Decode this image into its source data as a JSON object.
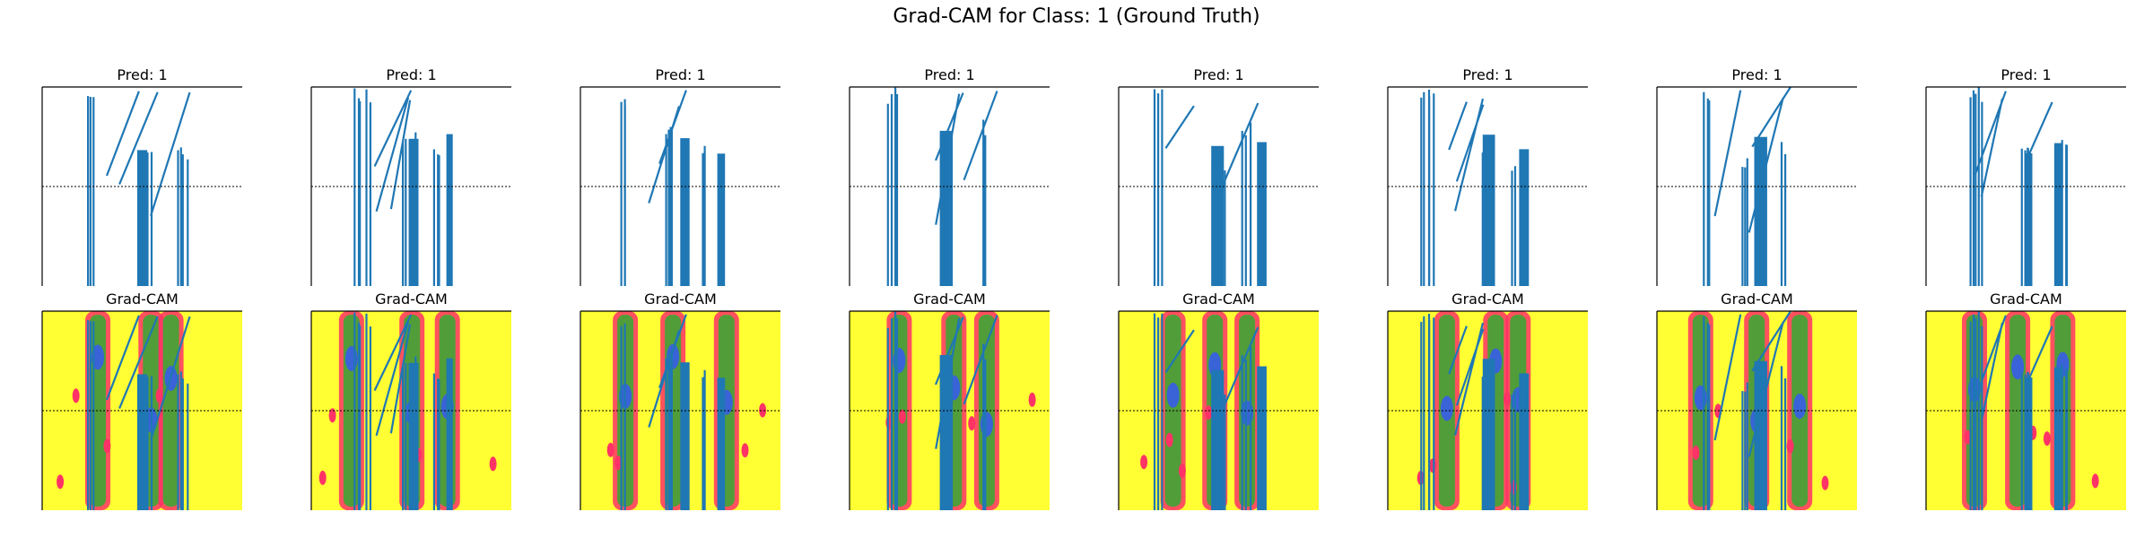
{
  "figure": {
    "title": "Grad-CAM for Class: 1 (Ground Truth)"
  },
  "colors": {
    "signal": "#1f77b4",
    "heatmap_background": "#ffff33",
    "heatmap_hot": "#ff3366",
    "heatmap_mid": "#33aa33",
    "heatmap_core": "#3355ff",
    "axis": "#000000",
    "midline": "#000000"
  },
  "chart_data": [
    {
      "type": "line",
      "panel": 1,
      "row": "prediction",
      "title": "Pred: 1",
      "midline": true,
      "grid": false,
      "axes_visible": "top-left",
      "color": "#1f77b4"
    },
    {
      "type": "line",
      "panel": 2,
      "row": "prediction",
      "title": "Pred: 1",
      "midline": true,
      "grid": false,
      "axes_visible": "top-left",
      "color": "#1f77b4"
    },
    {
      "type": "line",
      "panel": 3,
      "row": "prediction",
      "title": "Pred: 1",
      "midline": true,
      "grid": false,
      "axes_visible": "top-left",
      "color": "#1f77b4"
    },
    {
      "type": "line",
      "panel": 4,
      "row": "prediction",
      "title": "Pred: 1",
      "midline": true,
      "grid": false,
      "axes_visible": "top-left",
      "color": "#1f77b4"
    },
    {
      "type": "line",
      "panel": 5,
      "row": "prediction",
      "title": "Pred: 1",
      "midline": true,
      "grid": false,
      "axes_visible": "top-left",
      "color": "#1f77b4"
    },
    {
      "type": "line",
      "panel": 6,
      "row": "prediction",
      "title": "Pred: 1",
      "midline": true,
      "grid": false,
      "axes_visible": "top-left",
      "color": "#1f77b4"
    },
    {
      "type": "line",
      "panel": 7,
      "row": "prediction",
      "title": "Pred: 1",
      "midline": true,
      "grid": false,
      "axes_visible": "top-left",
      "color": "#1f77b4"
    },
    {
      "type": "line",
      "panel": 8,
      "row": "prediction",
      "title": "Pred: 1",
      "midline": true,
      "grid": false,
      "axes_visible": "top-left",
      "color": "#1f77b4"
    },
    {
      "type": "heatmap",
      "panel": 1,
      "row": "gradcam",
      "title": "Grad-CAM",
      "overlay": "signal",
      "colormap": "yellow-red-green-blue"
    },
    {
      "type": "heatmap",
      "panel": 2,
      "row": "gradcam",
      "title": "Grad-CAM",
      "overlay": "signal",
      "colormap": "yellow-red-green-blue"
    },
    {
      "type": "heatmap",
      "panel": 3,
      "row": "gradcam",
      "title": "Grad-CAM",
      "overlay": "signal",
      "colormap": "yellow-red-green-blue"
    },
    {
      "type": "heatmap",
      "panel": 4,
      "row": "gradcam",
      "title": "Grad-CAM",
      "overlay": "signal",
      "colormap": "yellow-red-green-blue"
    },
    {
      "type": "heatmap",
      "panel": 5,
      "row": "gradcam",
      "title": "Grad-CAM",
      "overlay": "signal",
      "colormap": "yellow-red-green-blue"
    },
    {
      "type": "heatmap",
      "panel": 6,
      "row": "gradcam",
      "title": "Grad-CAM",
      "overlay": "signal",
      "colormap": "yellow-red-green-blue"
    },
    {
      "type": "heatmap",
      "panel": 7,
      "row": "gradcam",
      "title": "Grad-CAM",
      "overlay": "signal",
      "colormap": "yellow-red-green-blue"
    },
    {
      "type": "heatmap",
      "panel": 8,
      "row": "gradcam",
      "title": "Grad-CAM",
      "overlay": "signal",
      "colormap": "yellow-red-green-blue"
    }
  ]
}
